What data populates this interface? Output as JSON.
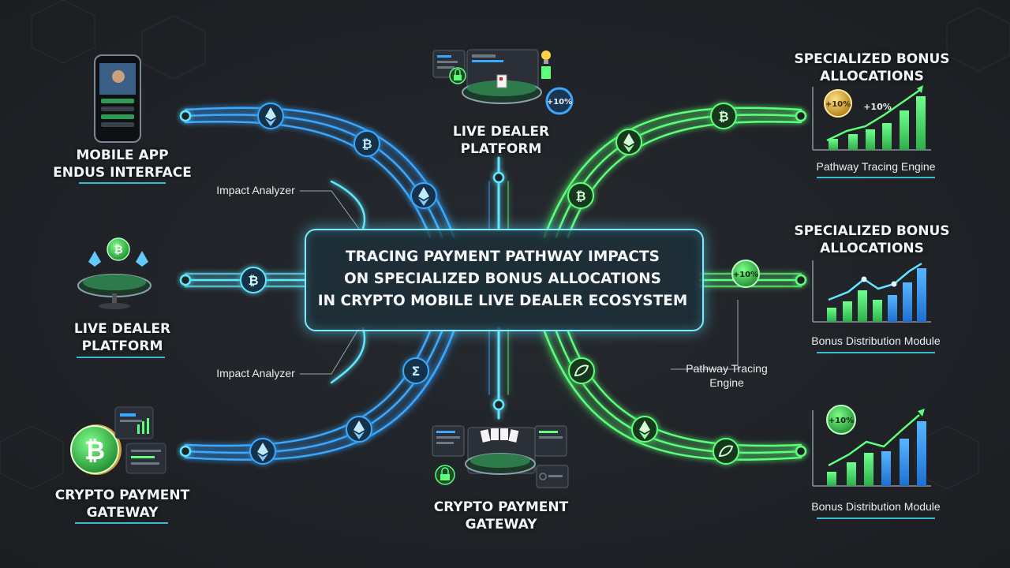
{
  "title": {
    "line1": "TRACING PAYMENT PATHWAY IMPACTS",
    "line2": "ON SPECIALIZED BONUS ALLOCATIONS",
    "line3": "IN CRYPTO MOBILE LIVE DEALER ECOSYSTEM"
  },
  "left": {
    "mobile_app": {
      "line1": "MOBILE APP",
      "line2": "ENDUS INTERFACE"
    },
    "live_dealer": {
      "line1": "LIVE DEALER",
      "line2": "PLATFORM"
    },
    "crypto_gateway": {
      "line1": "CRYPTO PAYMENT",
      "line2": "GATEWAY"
    },
    "impact_analyzer_top": "Impact Analyzer",
    "impact_analyzer_bottom": "Impact Analyzer"
  },
  "top_center": {
    "line1": "LIVE DEALER",
    "line2": "PLATFORM",
    "badge": "+10%"
  },
  "bottom_center": {
    "line1": "CRYPTO PAYMENT",
    "line2": "GATEWAY"
  },
  "right": {
    "panel1": {
      "title1": "SPECIALIZED BONUS",
      "title2": "ALLOCATIONS",
      "badge": "+10%",
      "badge2": "+10%",
      "caption": "Pathway Tracing Engine"
    },
    "panel2": {
      "title1": "SPECIALIZED BONUS",
      "title2": "ALLOCATIONS",
      "caption": "Bonus Distribution Module"
    },
    "panel3": {
      "badge": "+10%",
      "caption": "Bonus Distribution Module"
    },
    "pathway_engine": {
      "line1": "Pathway Tracing",
      "line2": "Engine"
    },
    "side_badge": "+10%"
  },
  "colors": {
    "blue": "#3aa8ff",
    "cyan": "#5fe8ff",
    "green": "#5dff7a",
    "bg": "#1f2226",
    "accent_line": "#3fb8c9"
  },
  "icons": [
    "ethereum-icon",
    "bitcoin-icon",
    "sigma-icon",
    "mobile-phone-icon",
    "dealer-table-icon",
    "bitcoin-coin-icon",
    "padlock-icon",
    "lightbulb-icon",
    "bar-chart-icon"
  ]
}
